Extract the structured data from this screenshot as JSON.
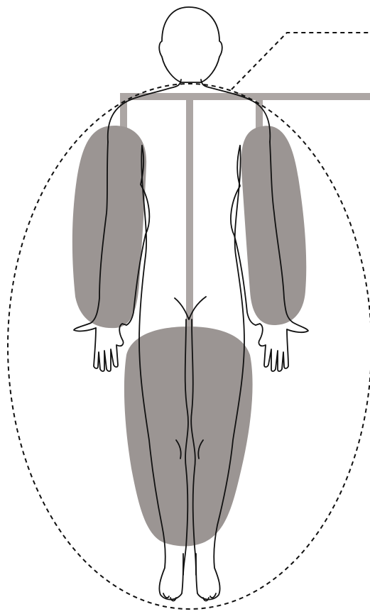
{
  "colors": {
    "background": "#ffffff",
    "zone_fill": "#9b9593",
    "connector": "#aca6a4",
    "outline": "#111111",
    "dashed": "#111111"
  },
  "icons": [
    "human-body-outline",
    "dashed-callout-ellipse"
  ],
  "regions": [
    "left-arm-zone",
    "right-arm-zone",
    "legs-zone"
  ]
}
